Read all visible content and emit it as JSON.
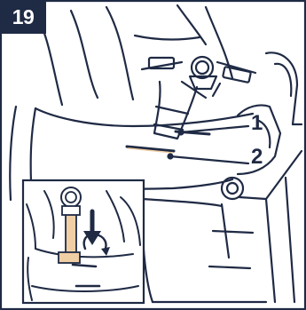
{
  "step": {
    "number": "19"
  },
  "callouts": [
    {
      "label": "1"
    },
    {
      "label": "2"
    }
  ],
  "colors": {
    "line": "#1f2a44",
    "badge": "#1f2a44",
    "strap": "#f0cfa4",
    "background": "#ffffff"
  },
  "icons": [
    "down-arrow-icon",
    "rotate-arrow-icon",
    "buckle-icon"
  ]
}
